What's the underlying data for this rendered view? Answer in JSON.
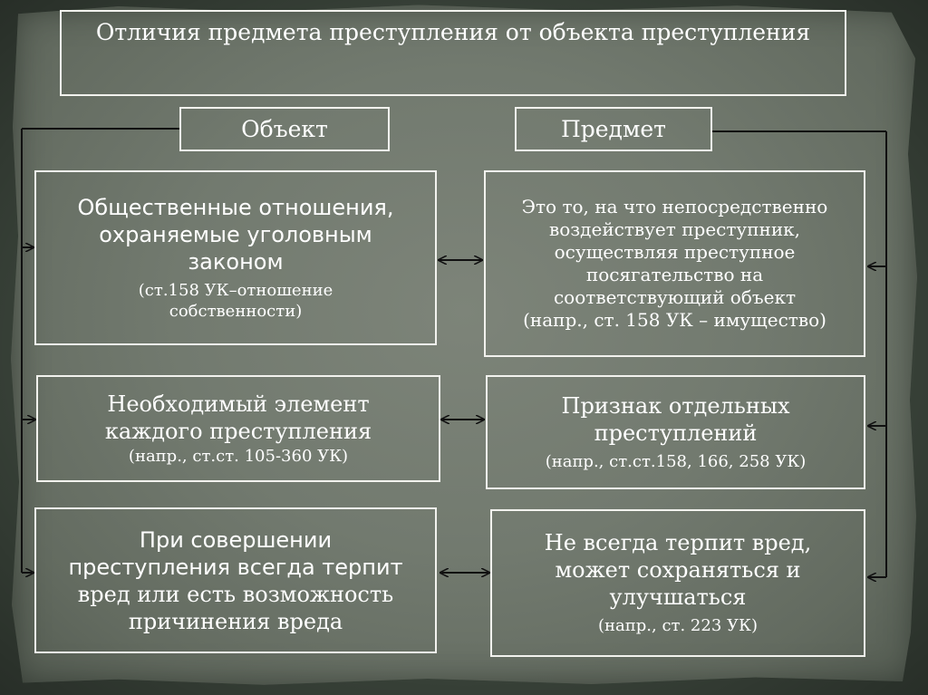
{
  "title": "Отличия предмета преступления от объекта преступления",
  "headers": {
    "object": "Объект",
    "subject": "Предмет"
  },
  "object_column": [
    {
      "lines": [
        "Общественные отношения,",
        "охраняемые уголовным",
        "законом"
      ],
      "note_lines": [
        "(ст.158 УК–отношение",
        "собственности)"
      ]
    },
    {
      "lines": [
        "Необходимый элемент",
        "каждого преступления"
      ],
      "note_lines": [
        "(напр., ст.ст. 105-360 УК)"
      ]
    },
    {
      "lines": [
        "При совершении",
        "преступления всегда терпит",
        "вред или есть возможность",
        "причинения вреда"
      ],
      "note_lines": []
    }
  ],
  "subject_column": [
    {
      "lines": [
        "Это то, на что непосредственно",
        "воздействует преступник,",
        "осуществляя преступное",
        "посягательство на",
        "соответствующий объект",
        "(напр., ст. 158 УК – имущество)"
      ],
      "note_lines": []
    },
    {
      "lines": [
        "Признак отдельных",
        "преступлений"
      ],
      "note_lines": [
        "(напр., ст.ст.158, 166, 258 УК)"
      ]
    },
    {
      "lines": [
        "Не всегда терпит вред,",
        "может сохраняться и",
        "улучшаться"
      ],
      "note_lines": [
        "(напр., ст. 223 УК)"
      ]
    }
  ],
  "colors": {
    "text": "#ffffff",
    "border": "#f2f2ee",
    "line": "#111111",
    "panel": "#737a70"
  }
}
